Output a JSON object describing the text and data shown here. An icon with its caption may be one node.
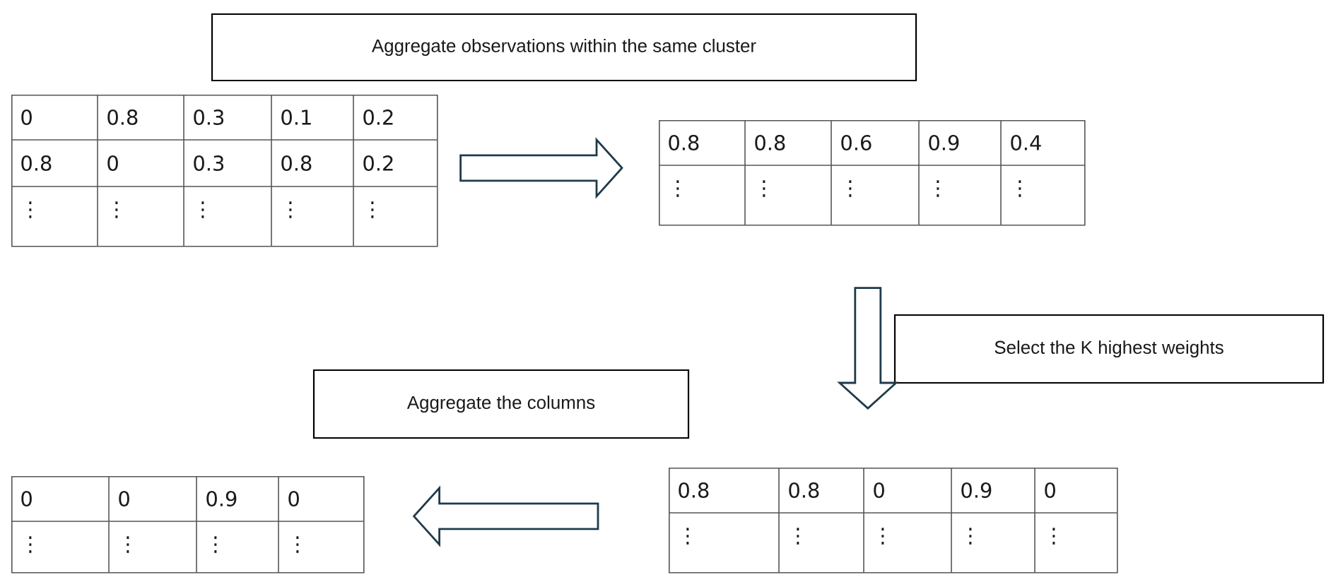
{
  "diagram": {
    "nodes": [
      {
        "text": [
          "Aggregate observations within the same cluster"
        ]
      },
      {
        "text": [
          "0",
          "0.8",
          "0.3",
          "0.1",
          "0.2",
          "0.8",
          "0",
          "0.3",
          "0.8",
          "0.2",
          "⋮",
          "⋮",
          "⋮",
          "⋮",
          "⋮"
        ]
      },
      {
        "text": [
          "0.8",
          "0.8",
          "0.6",
          "0.9",
          "0.4",
          "⋮",
          "⋮",
          "⋮",
          "⋮",
          "⋮"
        ]
      },
      {
        "text": [
          "Select the K highest weights"
        ]
      },
      {
        "text": [
          "Aggregate the columns"
        ]
      },
      {
        "text": [
          "0",
          "0",
          "0.9",
          "0",
          "⋮",
          "⋮",
          "⋮",
          "⋮"
        ]
      },
      {
        "text": [
          "0.8",
          "0.8",
          "0",
          "0.9",
          "0",
          "⋮",
          "⋮",
          "⋮",
          "⋮",
          "⋮"
        ]
      }
    ],
    "edges": [
      {
        "from": 1,
        "to": 2,
        "arrow": "to"
      },
      {
        "from": 2,
        "to": 6,
        "arrow": "to"
      },
      {
        "from": 6,
        "to": 5,
        "arrow": "to"
      }
    ]
  }
}
